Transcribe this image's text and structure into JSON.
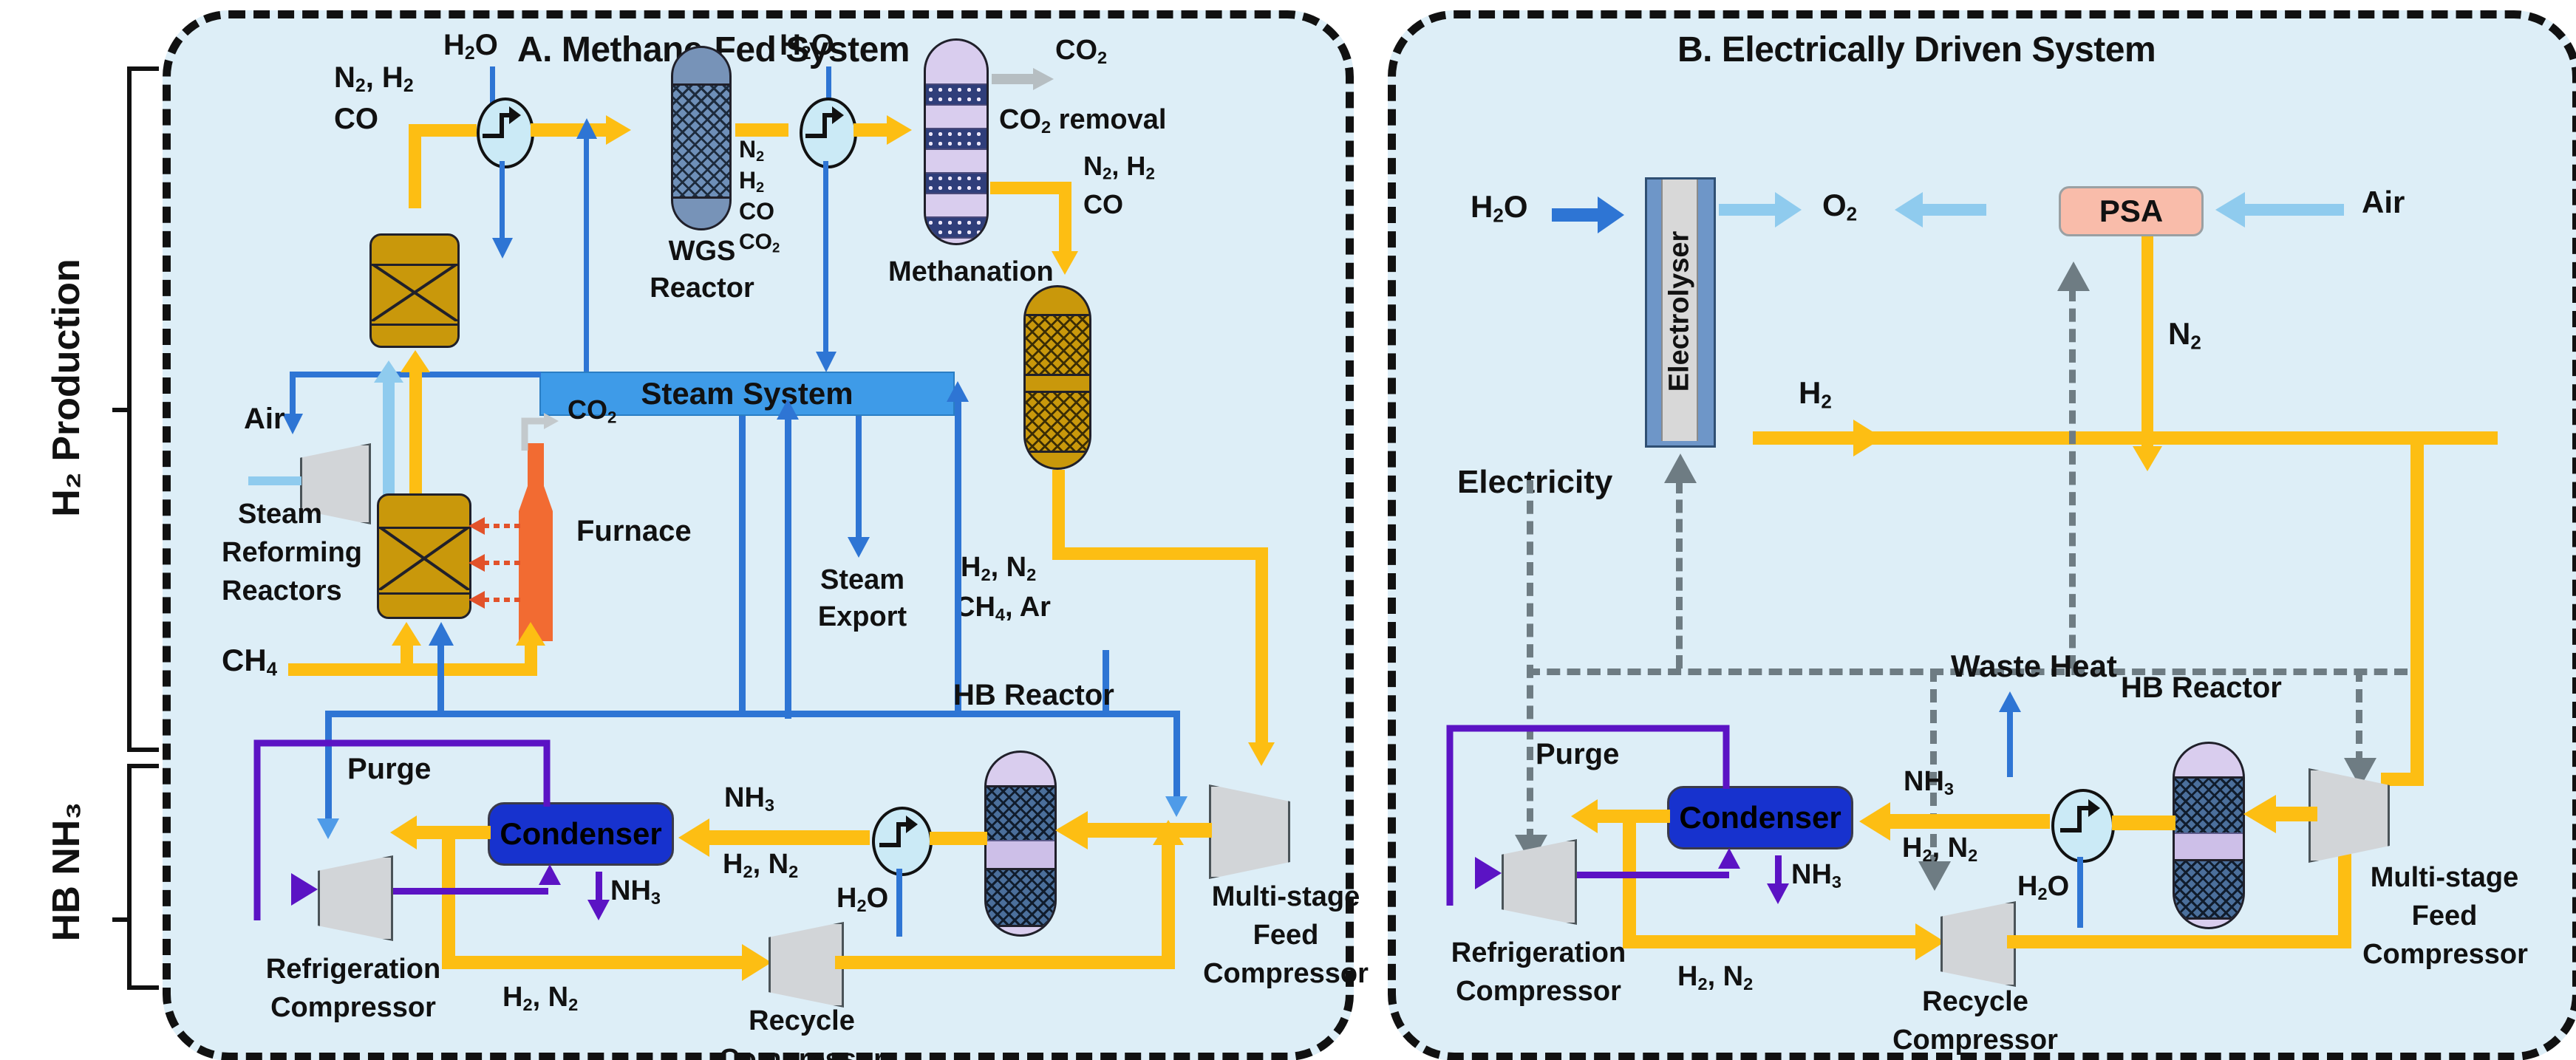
{
  "figure": {
    "type": "process-flow-diagram",
    "panels": [
      {
        "id": "A",
        "title": "A. Methane-Fed System",
        "units": [
          {
            "name": "Steam Reforming Reactors",
            "label": "Steam\nReforming\nReactors",
            "kind": "packed-bed-reactor"
          },
          {
            "name": "WGS Reactor",
            "label": "WGS\nReactor",
            "kind": "packed-bed-reactor"
          },
          {
            "name": "CO2 removal",
            "label": "CO₂ removal",
            "kind": "absorber-column"
          },
          {
            "name": "Methanation",
            "label": "Methanation",
            "kind": "packed-bed-reactor"
          },
          {
            "name": "Furnace",
            "label": "Furnace",
            "kind": "fired-heater"
          },
          {
            "name": "Steam System",
            "label": "Steam System",
            "kind": "utility-box"
          },
          {
            "name": "HB Reactor",
            "label": "HB Reactor",
            "kind": "packed-bed-reactor"
          },
          {
            "name": "Condenser",
            "label": "Condenser",
            "kind": "condenser"
          },
          {
            "name": "Multi-stage Feed Compressor",
            "label": "Multi-stage\nFeed\nCompressor",
            "kind": "compressor"
          },
          {
            "name": "Recycle Compressor",
            "label": "Recycle\nCompressor",
            "kind": "compressor"
          },
          {
            "name": "Refrigeration Compressor",
            "label": "Refrigeration\nCompressor",
            "kind": "compressor"
          }
        ],
        "streams": [
          "H₂O",
          "N₂, H₂ CO",
          "N₂ H₂ CO CO₂",
          "CO₂",
          "N₂, H₂ CO",
          "Air",
          "CH₄",
          "Steam Export",
          "H₂, N₂ CH₄, Ar",
          "NH₃ H₂, N₂",
          "NH₃",
          "H₂, N₂",
          "Purge"
        ]
      },
      {
        "id": "B",
        "title": "B. Electrically Driven System",
        "units": [
          {
            "name": "Electrolyser",
            "label": "Electrolyser",
            "kind": "electrolyser"
          },
          {
            "name": "PSA",
            "label": "PSA",
            "kind": "pressure-swing-adsorber"
          },
          {
            "name": "HB Reactor",
            "label": "HB Reactor",
            "kind": "packed-bed-reactor"
          },
          {
            "name": "Condenser",
            "label": "Condenser",
            "kind": "condenser"
          },
          {
            "name": "Multi-stage Feed Compressor",
            "label": "Multi-stage\nFeed\nCompressor",
            "kind": "compressor"
          },
          {
            "name": "Recycle Compressor",
            "label": "Recycle\nCompressor",
            "kind": "compressor"
          },
          {
            "name": "Refrigeration Compressor",
            "label": "Refrigeration\nCompressor",
            "kind": "compressor"
          }
        ],
        "streams": [
          "H₂O",
          "O₂",
          "Air",
          "N₂",
          "H₂",
          "Electricity",
          "Waste Heat",
          "NH₃ H₂, N₂",
          "NH₃",
          "H₂, N₂",
          "Purge"
        ]
      }
    ],
    "section_labels": [
      "H₂ Production",
      "HB NH₃"
    ],
    "colors": {
      "panel_fill": "#ddeef7",
      "panel_border": "#111111",
      "process_yellow": "#FDBE13",
      "water_blue": "#2E75D4",
      "air_light_blue": "#8FCBEE",
      "purge_purple": "#5B13C4",
      "electricity_gray": "#6E7C83",
      "steam_system": "#3E9BE8",
      "condenser": "#1732CE",
      "psa": "#F9BCAA",
      "gold_vessel": "#C9980B",
      "blue_vessel": "#7793B8",
      "lavender_vessel": "#D9CDEE",
      "furnace_orange": "#F26B32"
    }
  },
  "side": {
    "h2_production": "H₂ Production",
    "hb_nh3": "HB NH₃"
  },
  "panelA": {
    "title": "A. Methane-Fed System",
    "labels": {
      "h2o_top": "H₂O",
      "n2h2": "N₂, H₂",
      "co": "CO",
      "h2o_mid": "H₂O",
      "co2_out": "CO₂",
      "co2_removal": "CO₂ removal",
      "wgs": "WGS",
      "reactor": "Reactor",
      "wgs_out_n2": "N₂",
      "wgs_out_h2": "H₂",
      "wgs_out_co": "CO",
      "wgs_out_co2": "CO₂",
      "methanation": "Methanation",
      "meth_out_n2h2": "N₂, H₂",
      "meth_out_co": "CO",
      "steam_system": "Steam System",
      "air": "Air",
      "steam_reforming": "Steam",
      "steam_reforming2": "Reforming",
      "steam_reforming3": "Reactors",
      "co2_furnace": "CO₂",
      "furnace": "Furnace",
      "ch4": "CH₄",
      "steam_export1": "Steam",
      "steam_export2": "Export",
      "syngas1": "H₂, N₂",
      "syngas2": "CH₄, Ar",
      "hb_reactor": "HB Reactor",
      "purge": "Purge",
      "condenser": "Condenser",
      "nh3_h2n2_a": "NH₃",
      "nh3_h2n2_b": "H₂, N₂",
      "nh3": "NH₃",
      "h2o_hb": "H₂O",
      "h2n2": "H₂, N₂",
      "multistage1": "Multi-stage",
      "multistage2": "Feed",
      "multistage3": "Compressor",
      "recycle1": "Recycle",
      "recycle2": "Compressor",
      "refrig1": "Refrigeration",
      "refrig2": "Compressor"
    }
  },
  "panelB": {
    "title": "B. Electrically Driven System",
    "labels": {
      "h2o": "H₂O",
      "electrolyser": "Electrolyser",
      "o2": "O₂",
      "psa": "PSA",
      "air": "Air",
      "n2": "N₂",
      "h2": "H₂",
      "electricity": "Electricity",
      "waste_heat": "Waste Heat",
      "hb_reactor": "HB Reactor",
      "purge": "Purge",
      "condenser": "Condenser",
      "nh3_h2n2_a": "NH₃",
      "nh3_h2n2_b": "H₂, N₂",
      "nh3": "NH₃",
      "h2o_hb": "H₂O",
      "h2n2": "H₂, N₂",
      "multistage1": "Multi-stage",
      "multistage2": "Feed",
      "multistage3": "Compressor",
      "recycle1": "Recycle",
      "recycle2": "Compressor",
      "refrig1": "Refrigeration",
      "refrig2": "Compressor"
    }
  }
}
